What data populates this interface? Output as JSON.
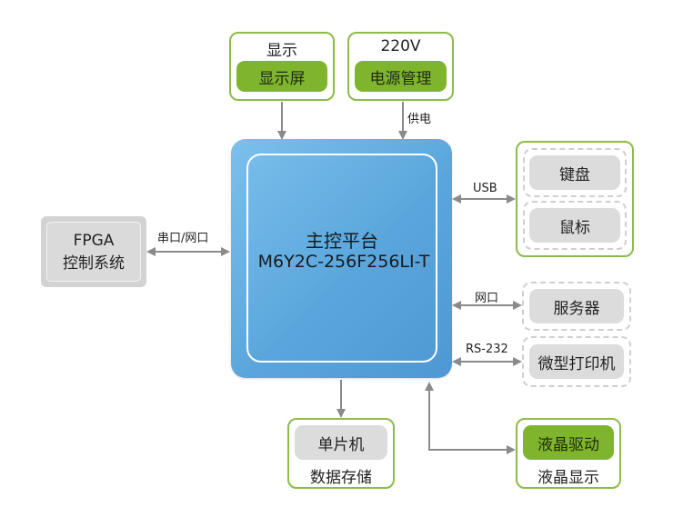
{
  "diagram": {
    "main": {
      "title": "主控平台",
      "model": "M6Y2C-256F256LI-T"
    },
    "top_left": {
      "header": "显示",
      "inner": "显示屏"
    },
    "top_right": {
      "header": "220V",
      "inner": "电源管理",
      "edge_label": "供电"
    },
    "left": {
      "line1": "FPGA",
      "line2": "控制系统",
      "edge_label": "串口/网口"
    },
    "right_usb": {
      "edge_label": "USB",
      "items": [
        "键盘",
        "鼠标"
      ]
    },
    "right_net": {
      "edge_label": "网口",
      "item": "服务器"
    },
    "right_serial": {
      "edge_label": "RS-232",
      "item": "微型打印机"
    },
    "bottom_left": {
      "inner": "单片机",
      "footer": "数据存储"
    },
    "bottom_right": {
      "inner": "液晶驱动",
      "footer": "液晶显示"
    },
    "colors": {
      "green_border": "#8dbb4a",
      "green_fill": "#7fb52d",
      "grey_fill": "#dcdcdc",
      "main_blue": "#5aa6dc",
      "arrow": "#8a8a8a"
    }
  }
}
